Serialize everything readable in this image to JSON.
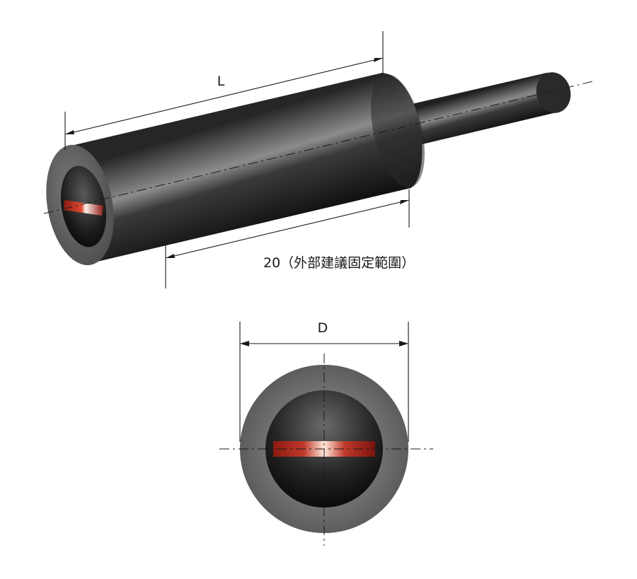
{
  "labels": {
    "length": "L",
    "mount_range": "20（外部建議固定範圍）",
    "diameter": "D"
  },
  "colors": {
    "body_dark": "#1c1c1c",
    "body_light": "#8a8a8a",
    "sensor_red": "#b3261e",
    "sensor_highlight": "#ffe7d6",
    "end_face": "#6b6b6b"
  }
}
